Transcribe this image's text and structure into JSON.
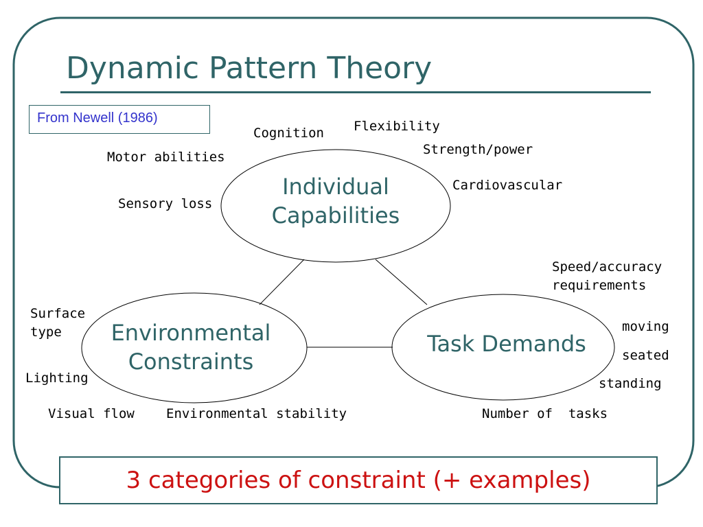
{
  "title": "Dynamic Pattern Theory",
  "source": "From Newell (1986)",
  "nodes": {
    "individual": {
      "line1": "Individual",
      "line2": "Capabilities"
    },
    "environmental": {
      "line1": "Environmental",
      "line2": "Constraints"
    },
    "task": {
      "line1": "Task Demands"
    }
  },
  "individual_examples": {
    "cognition": "Cognition",
    "flexibility": "Flexibility",
    "strength": "Strength/power",
    "motor": "Motor abilities",
    "cardio": "Cardiovascular",
    "sensory": "Sensory loss"
  },
  "task_examples": {
    "speed_line1": "Speed/accuracy",
    "speed_line2": "requirements",
    "moving": "moving",
    "seated": "seated",
    "standing": "standing",
    "number": "Number of  tasks"
  },
  "environmental_examples": {
    "surface_line1": "Surface",
    "surface_line2": "type",
    "lighting": "Lighting",
    "visual_flow": "Visual flow",
    "stability": "Environmental stability"
  },
  "banner": "3 categories of constraint (+ examples)",
  "colors": {
    "frame": "#2f6467",
    "title": "#2f6467",
    "source_text": "#3333cc",
    "banner_text": "#cc1111"
  }
}
